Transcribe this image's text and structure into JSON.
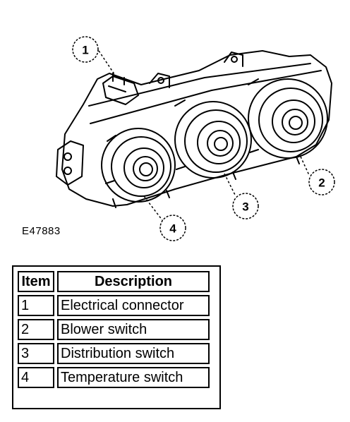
{
  "figure": {
    "code": "E47883",
    "callouts": [
      "1",
      "2",
      "3",
      "4"
    ]
  },
  "legend": {
    "header": {
      "item": "Item",
      "description": "Description"
    },
    "rows": [
      {
        "item": "1",
        "description": "Electrical connector"
      },
      {
        "item": "2",
        "description": "Blower switch"
      },
      {
        "item": "3",
        "description": "Distribution switch"
      },
      {
        "item": "4",
        "description": "Temperature switch"
      }
    ]
  }
}
